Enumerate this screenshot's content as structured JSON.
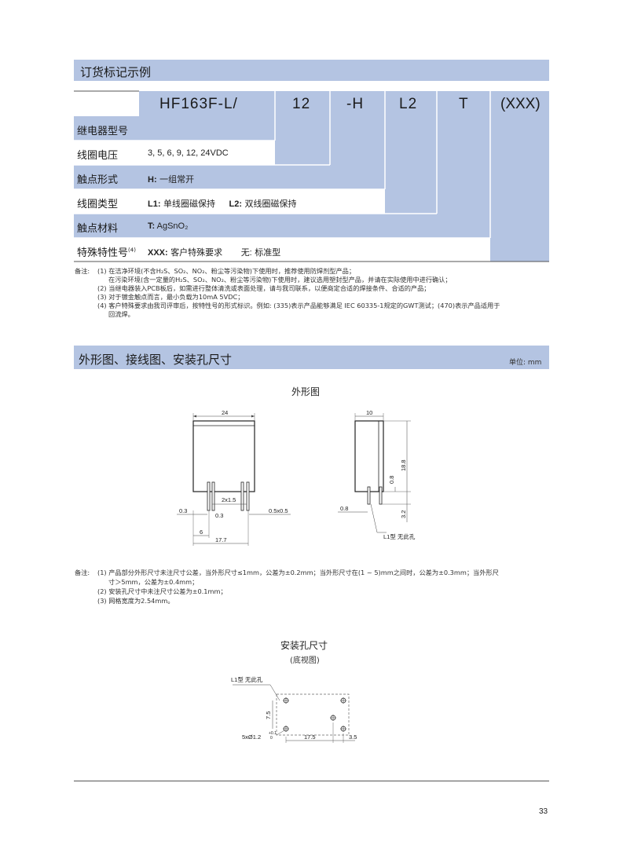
{
  "ordering": {
    "title": "订货标记示例",
    "codes": [
      "HF163F-L/",
      "12",
      "-H",
      "L2",
      "T",
      "(XXX)"
    ],
    "rows": [
      {
        "label": "继电器型号",
        "value": ""
      },
      {
        "label": "线圈电压",
        "value": "3, 5, 6, 9, 12, 24VDC"
      },
      {
        "label": "触点形式",
        "key": "H:",
        "value": "一组常开"
      },
      {
        "label": "线圈类型",
        "key": "L1:",
        "value": "单线圈磁保持",
        "key2": "L2:",
        "value2": "双线圈磁保持"
      },
      {
        "label": "触点材料",
        "key": "T:",
        "value": "AgSnO₂"
      },
      {
        "label": "特殊特性号",
        "sup": "(4)",
        "key": "XXX:",
        "value": "客户特殊要求",
        "key2": "无:",
        "value2": "标准型"
      }
    ],
    "notes_prefix": "备注:",
    "notes": [
      "(1) 在洁净环境(不含H₂S、SO₂、NO₂、粉尘等污染物)下使用时，推荐使用防焊剂型产品；",
      "在污染环境(含一定量的H₂S、SO₂、NO₂、粉尘等污染物)下使用时，建议选用塑封型产品，并请在实际使用中进行确认；",
      "(2) 当继电器装入PCB板后，如需进行整体清洗或表面处理，请与我司联系，以便商定合适的焊接条件、合适的产品；",
      "(3) 对于镀金触点而言，最小负载为10mA 5VDC；",
      "(4) 客户特殊要求由我司评审后，按特性号的形式标识。例如: (335)表示产品能够满足 IEC 60335-1规定的GWT测试；(470)表示产品适用于",
      "回流焊。"
    ]
  },
  "outline": {
    "title": "外形图、接线图、安装孔尺寸",
    "unit": "单位: mm",
    "fig_title": "外形图",
    "front_dims": {
      "width": "24",
      "pitch": "2x1.5",
      "pin_left": "0.3",
      "pin_mid": "0.3",
      "pin_right": "0.5x0.5",
      "offset": "6",
      "span": "17.7"
    },
    "side_dims": {
      "depth": "10",
      "height": "18.8",
      "step": "0.8",
      "pin_w": "0.8",
      "pin_len": "3.2",
      "note": "L1型 无此孔"
    },
    "notes_prefix": "备注:",
    "notes": [
      "(1) 产品部分外形尺寸未注尺寸公差，当外形尺寸≤1mm，公差为±0.2mm；当外形尺寸在(1 ~ 5)mm之间时，公差为±0.3mm；当外形尺",
      "寸＞5mm，公差为±0.4mm；",
      "(2) 安装孔尺寸中未注尺寸公差为±0.1mm；",
      "(3) 网格宽度为2.54mm。"
    ],
    "pcb_title": "安装孔尺寸",
    "pcb_subtitle": "(底视图)",
    "pcb_dims": {
      "note": "L1型 无此孔",
      "v": "7.5",
      "holes": "5xØ1.2",
      "tol_plus": "+0.1",
      "tol_minus": "0",
      "h1": "17.5",
      "h2": "3.5"
    }
  },
  "page_number": "33"
}
